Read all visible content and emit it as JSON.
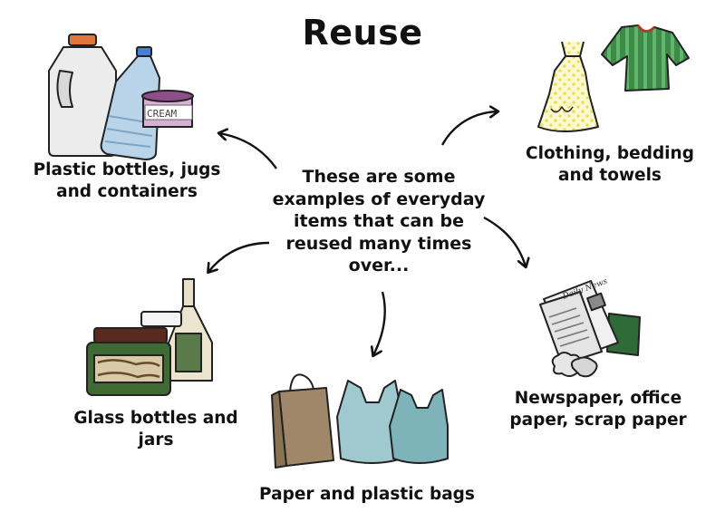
{
  "title": "Reuse",
  "center_text": "These are some examples of everyday items that can be reused many times over...",
  "items": [
    {
      "label": "Plastic bottles, jugs\nand containers"
    },
    {
      "label": "Clothing, bedding\nand towels"
    },
    {
      "label": "Newspaper, office\npaper, scrap paper"
    },
    {
      "label": "Paper and plastic bags"
    },
    {
      "label": "Glass bottles and\njars"
    }
  ],
  "art_text": {
    "cream_label": "CREAM",
    "newspaper_masthead": "Daily News"
  }
}
